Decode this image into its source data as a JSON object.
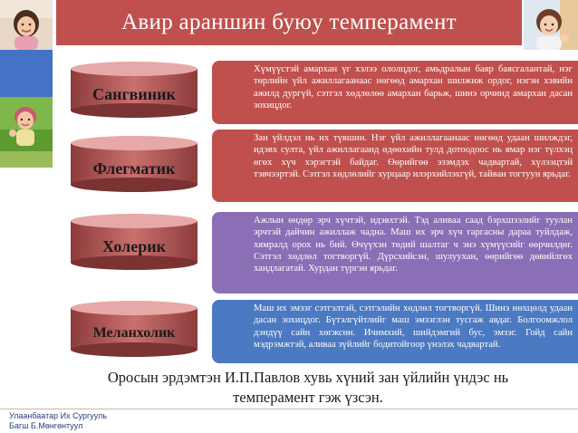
{
  "title": "Авир араншин буюу темперамент",
  "temperaments": [
    {
      "name": "Сангвиник",
      "description": "Хүмүүстэй амархан үг хэлээ ололцдог, амьдралын баяр баясгалантай, нэг төрлийн үйл ажиллагаанаас нөгөөд амархан шилжиж ордог, нэгэн хэвийн ажилд дургүй, сэтгэл хөдлөлөө амархан барьж, шинэ орчинд амархан дасан зохицдог."
    },
    {
      "name": "Флегматик",
      "description": "Зан үйлдэл нь их түвшин. Нэг үйл ажиллагаанаас нөгөөд удаан шилждэг, идэвх султа, үйл ажиллагаанд өдөөхийн тулд дотоодоос нь ямар нэг түлхэц өгөх хүч хэрэгтэй байдаг. Өөрийгөө эзэмдэх чадвартай, хүлээцтэй тэвчээртэй. Сэтгэл хөдлөлийг хурцаар илэрхийлэхгүй, тайван тогтуун ярьдаг."
    },
    {
      "name": "Холерик",
      "description": "Ажлын өндөр эрч хүчтэй, идэвхтэй. Тэд аливаа саад бэрхшээлийг туулан эрчтэй дайчин ажиллаж чадна. Маш их эрч хүч гаргасны дараа туйлдаж, хямралд орох нь бий. Өчүүхэн төдий шалтаг ч энэ хүмүүсийг өөрчилдөг. Сэтгэл хөдлөл тогтворгүй. Дүрсхийсэн, шулуухан, өөрийгөө дөвийлгөх хандлагатай. Хурдан түргэн ярьдаг."
    },
    {
      "name": "Меланхолик",
      "description": "Маш их эмзэг сэтгэлтэй, сэтгэлийн хөдлөл тогтворгүй. Шинэ нөхцөлд удаан дасан зохицдог. Бүтэлгүйтлийг маш эмзэглэн тусгаж авдаг. Болгоомжлол дэндүү сайн хөгжсөн. Ичимхий, шийдэмгий бус, эмзэг. Гойд сайн мэдрэмжтэй, аливаа зүйлийг бодитойгоор үнэлэх чадвартай."
    }
  ],
  "caption": "Оросын эрдэмтэн И.П.Павлов хувь хүний зан үйлийн үндэс нь темперамент гэж үзсэн.",
  "footer": {
    "line1": "Улаанбаатар Их Сургууль",
    "line2": "Багш Б.Мөнгөнтуул"
  },
  "colors": {
    "title_bar": "#c0504d",
    "box_red": "#c0504d",
    "box_purple": "#8a6eb6",
    "box_blue": "#4b79c2",
    "cylinder": "#a34a49",
    "strip_blue": "#4472c4",
    "strip_green": "#9bbb59"
  }
}
